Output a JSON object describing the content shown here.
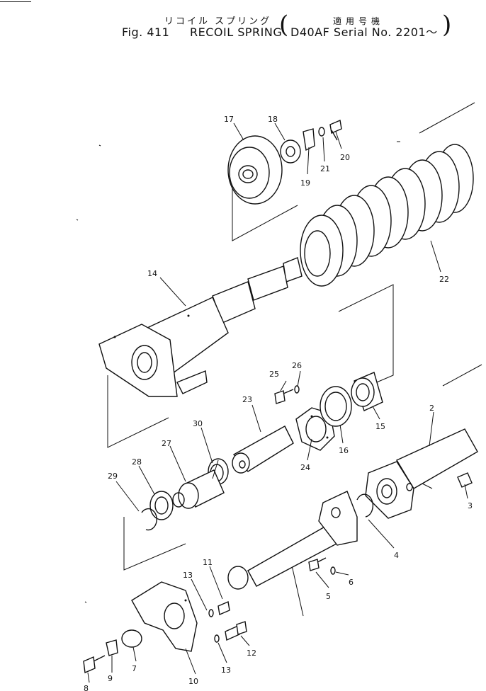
{
  "header": {
    "jp_title": "リコイル スプリング",
    "jp_applicability": "適用号機",
    "figure_number": "Fig. 411",
    "title": "RECOIL SPRING",
    "serial": "D40AF Serial No. 2201～",
    "paren_open": "(",
    "paren_close": ")"
  },
  "callouts": [
    "17",
    "18",
    "19",
    "20",
    "21",
    "22",
    "14",
    "25",
    "26",
    "23",
    "30",
    "27",
    "28",
    "29",
    "24",
    "16",
    "15",
    "2",
    "3",
    "4",
    "5",
    "6",
    "11",
    "13",
    "12",
    "8",
    "9",
    "7",
    "10",
    "13"
  ]
}
